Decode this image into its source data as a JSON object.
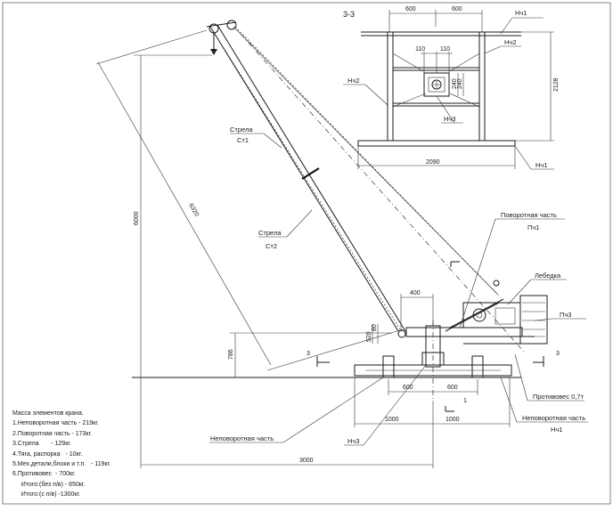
{
  "section_title": "3-3",
  "section_mark": "3",
  "arrow_mark": "1",
  "labels": {
    "nch1_top": "Нч1",
    "nch2_right": "Нч2",
    "nch2_left": "Нч2",
    "nch3_top": "Нч3",
    "nch1_base": "Нч1",
    "strela_st1": "Стрела",
    "st1": "Ст1",
    "strela_st2": "Стрела",
    "st2": "Ст2",
    "povorotnaya": "Поворотная часть",
    "pch1": "Пч1",
    "lebedka": "Лебедка",
    "pch3": "Пч3",
    "protivoves": "Противовес 0,7т",
    "nepovorotnaya_right": "Неповоротная часть",
    "nch1_right": "Нч1",
    "nepovorotnaya_left": "Неповоротная часть",
    "nch3_bottom": "Нч3"
  },
  "dims": {
    "d600a": "600",
    "d600b": "600",
    "d110a": "110",
    "d110b": "110",
    "d240": "240",
    "d2128": "2128",
    "d2090": "2090",
    "d6000": "6000",
    "d6320": "6320",
    "d400": "400",
    "d520": "520",
    "d80": "80",
    "d786": "786",
    "d600c": "600",
    "d600d": "600",
    "d1000a": "1000",
    "d1000b": "1000",
    "d3000": "3000"
  },
  "legend": {
    "title": "Масса элементов крана.",
    "items": [
      "1.Неповоротная часть - 219кг.",
      "2.Поворотная часть - 173кг.",
      "3.Стрела       - 129кг.",
      "4.Тяга, распорка   - 10кг.",
      "5.Мех.детали,блоки и т.п.   - 119кг.",
      "6.Противовес  - 700кг."
    ],
    "total1": "     Итого:(без п/в) - 650кг.",
    "total2": "     Итого:(с п/в) -1300кг."
  }
}
